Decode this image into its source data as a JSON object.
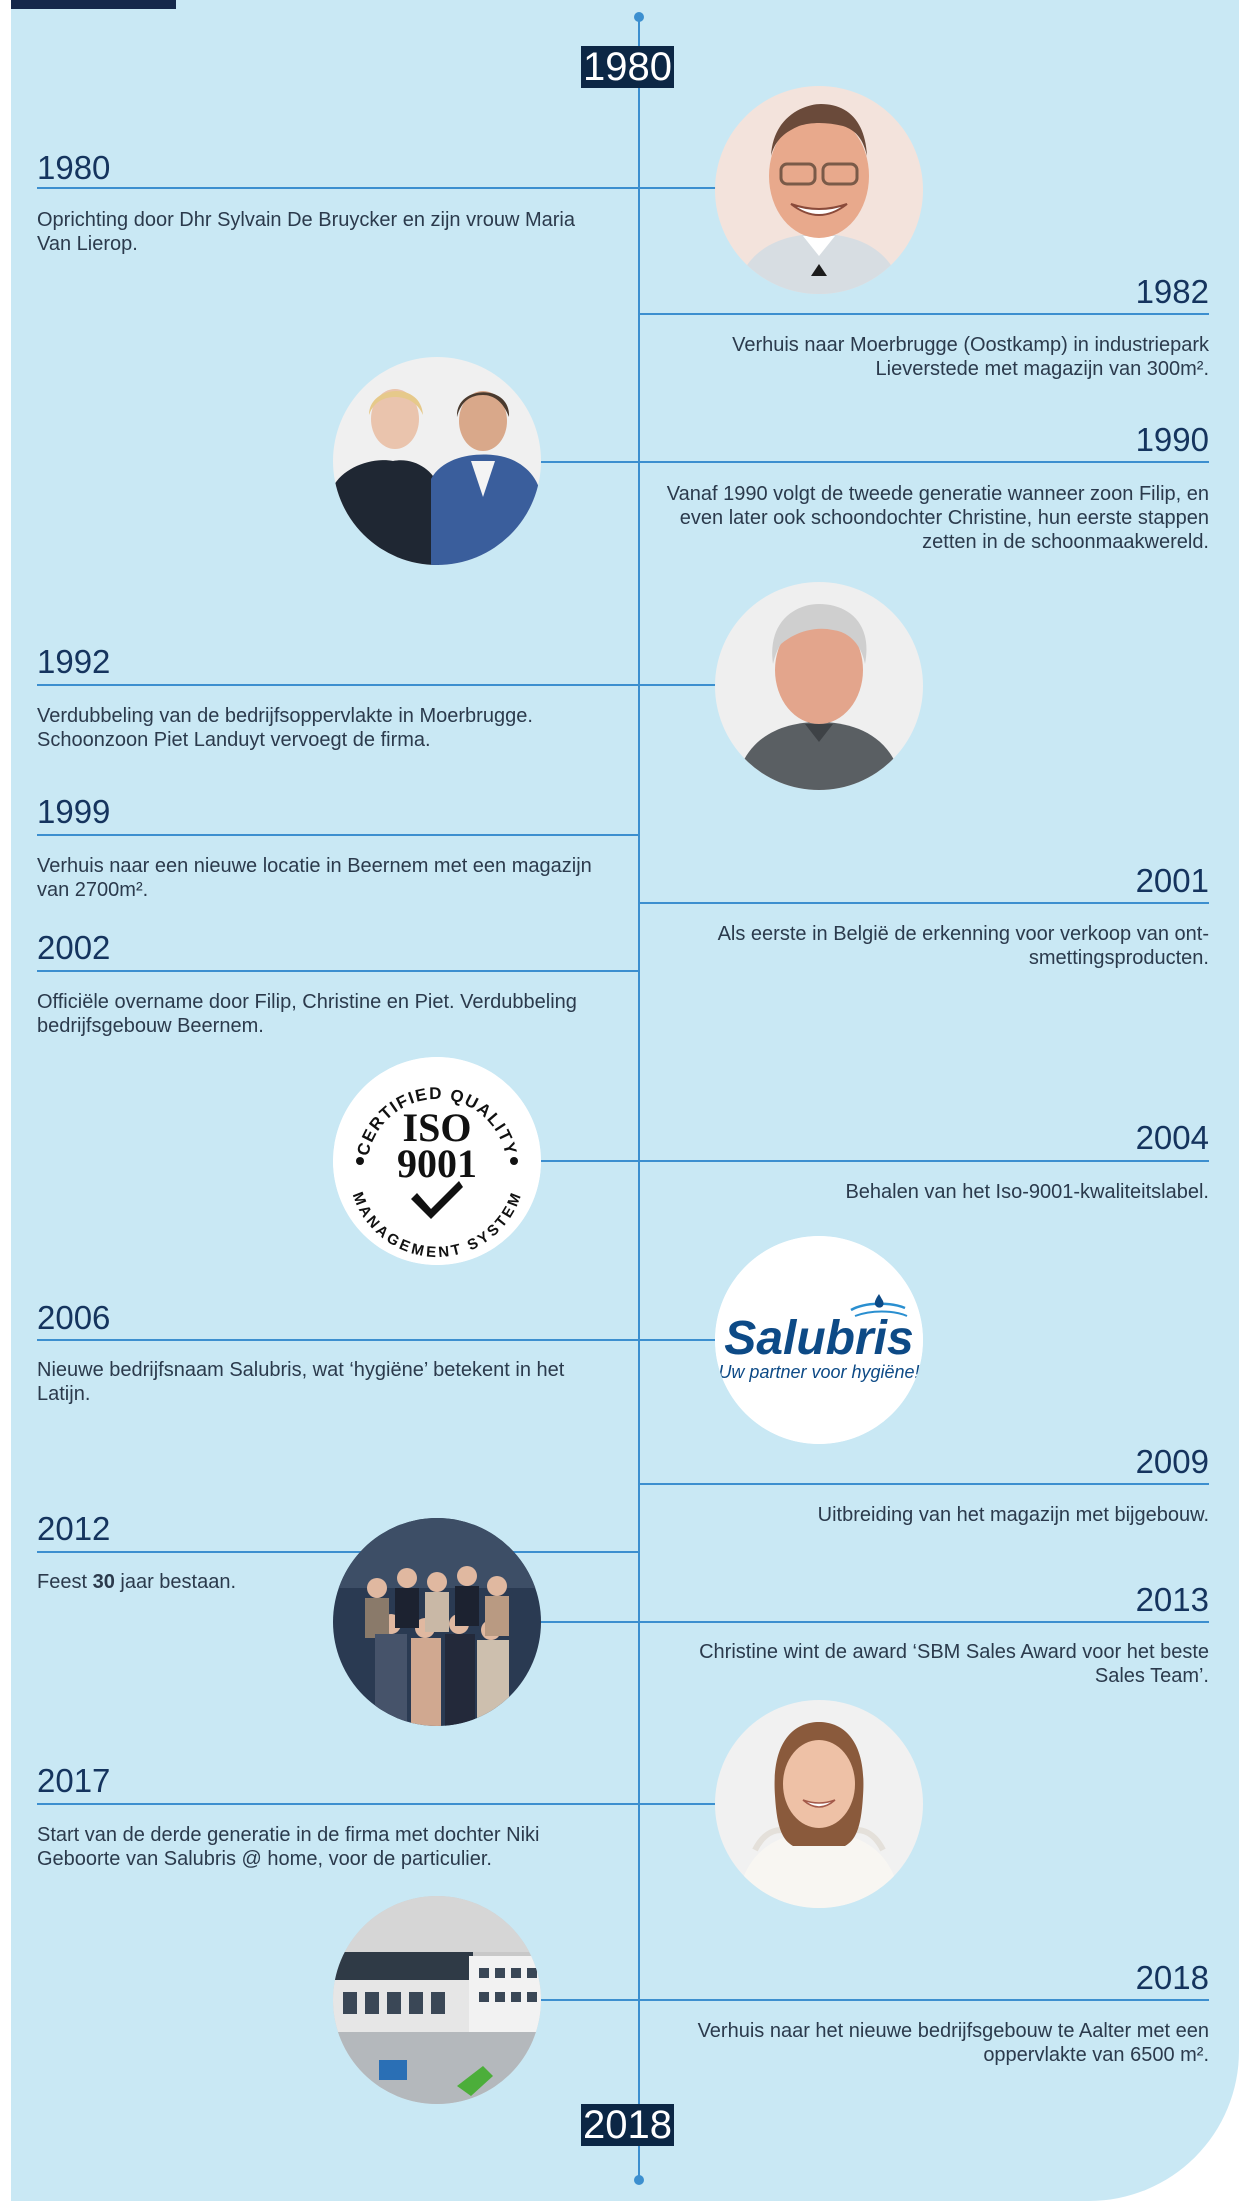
{
  "timeline": {
    "start_label": "1980",
    "end_label": "2018",
    "events": [
      {
        "year": "1980",
        "text": "Oprichting door Dhr Sylvain De Bruycker en zijn vrouw Maria Van Lierop."
      },
      {
        "year": "1982",
        "text": "Verhuis naar Moerbrugge (Oostkamp) in industriepark Lieverstede met magazijn van 300m²."
      },
      {
        "year": "1990",
        "text": "Vanaf 1990 volgt de tweede generatie wanneer zoon Filip, en even later ook schoondochter Christine, hun eerste stappen zetten in de schoonmaakwereld."
      },
      {
        "year": "1992",
        "text": "Verdubbeling van de bedrijfsoppervlakte in Moerbrugge. Schoonzoon Piet Landuyt vervoegt de firma."
      },
      {
        "year": "1999",
        "text": "Verhuis naar een nieuwe locatie in Beernem met een magazijn van 2700m²."
      },
      {
        "year": "2001",
        "text": "Als eerste in België de erkenning voor verkoop van ont-smettingsproducten."
      },
      {
        "year": "2002",
        "text": "Officiële overname door Filip, Christine en Piet. Verdubbeling bedrijfsgebouw Beernem."
      },
      {
        "year": "2004",
        "text": "Behalen van het Iso-9001-kwaliteitslabel."
      },
      {
        "year": "2006",
        "text": "Nieuwe bedrijfsnaam Salubris, wat ‘hygiëne’ betekent in het Latijn."
      },
      {
        "year": "2009",
        "text": "Uitbreiding van het magazijn met bijgebouw."
      },
      {
        "year": "2012",
        "text_pre": "Feest ",
        "text_bold": "30",
        "text_post": " jaar bestaan."
      },
      {
        "year": "2013",
        "text": "Christine wint de award ‘SBM Sales Award voor het beste Sales Team’."
      },
      {
        "year": "2017",
        "text": "Start van de derde generatie in de firma met dochter Niki Geboorte van Salubris @ home, voor de particulier."
      },
      {
        "year": "2018",
        "text": "Verhuis naar het nieuwe bedrijfsgebouw te Aalter met een oppervlakte van 6500 m²."
      }
    ]
  },
  "iso_badge": {
    "top_text": "CERTIFIED QUALITY",
    "line1": "ISO",
    "line2": "9001",
    "bottom_text": "MANAGEMENT SYSTEM"
  },
  "salubris_logo": {
    "name": "Salubris",
    "tagline": "Uw partner voor hygiëne!"
  },
  "colors": {
    "background": "#c9e8f4",
    "line": "#3c8fcf",
    "year_text": "#15345e",
    "label_bg": "#0c2745",
    "brand": "#0d4a86"
  },
  "photos": [
    {
      "icon": "founder-portrait-photo"
    },
    {
      "icon": "couple-portrait-photo"
    },
    {
      "icon": "man-portrait-photo"
    },
    {
      "icon": "group-staff-photo"
    },
    {
      "icon": "woman-portrait-photo"
    },
    {
      "icon": "warehouse-building-photo"
    }
  ]
}
